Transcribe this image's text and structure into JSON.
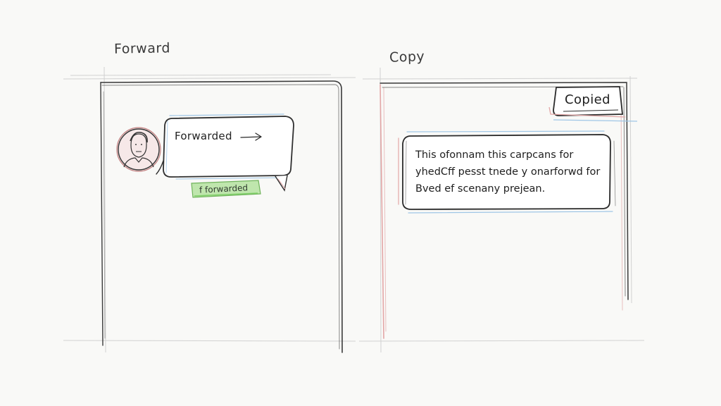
{
  "panels": {
    "forward": {
      "title": "Forward",
      "message": {
        "text": "Forwarded",
        "arrow_icon": "arrow-right-icon",
        "avatar_icon": "person-avatar-icon"
      },
      "status_tag": "f forwarded"
    },
    "copy": {
      "title": "Copy",
      "toast": "Copied",
      "copied_message": {
        "line1": "This ofonnam this carpcans for",
        "line2": "yhedCff pesst tnede y onarforwd for",
        "line3": "Bved ef scenany prejean."
      }
    }
  },
  "colors": {
    "ink": "#2a2a2a",
    "red_pencil": "#e3a6a6",
    "blue_pencil": "#9fc6e6",
    "green_tag": "#8fcf7a"
  }
}
